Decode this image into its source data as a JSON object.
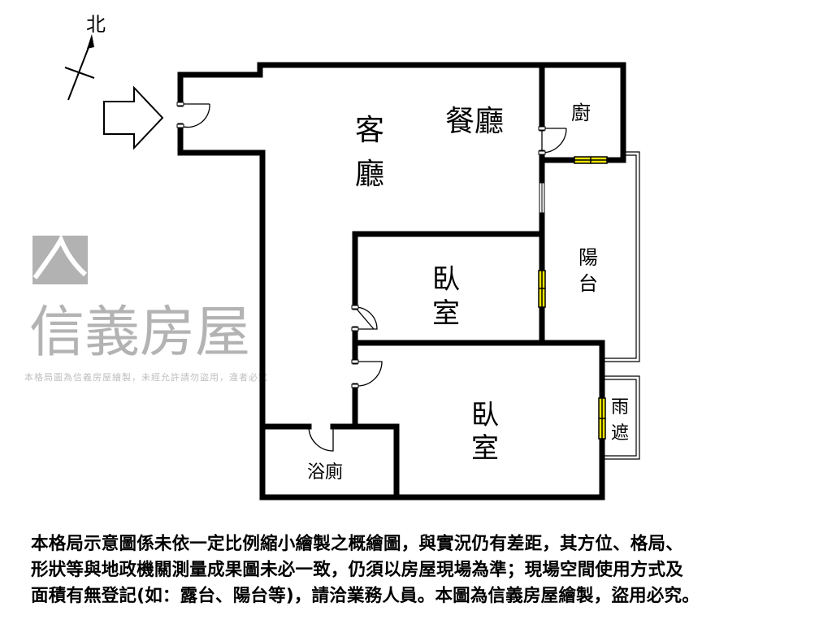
{
  "compass": {
    "label": "北"
  },
  "rooms": {
    "living": [
      "客",
      "廳"
    ],
    "dining": "餐廳",
    "kitchen": "廚",
    "balcony": [
      "陽",
      "台"
    ],
    "bedroom1": [
      "臥",
      "室"
    ],
    "bedroom2": [
      "臥",
      "室"
    ],
    "bathroom": "浴廁",
    "rain_shelter": [
      "雨",
      "遮"
    ]
  },
  "watermark": {
    "brand": "信義房屋",
    "notice": "本格局圖為信義房屋繪製，未經允許請勿盜用，違者必究"
  },
  "colors": {
    "wall": "#000000",
    "window": "#f2e600",
    "watermark": "#9a9a9a"
  },
  "disclaimer": [
    "本格局示意圖係未依一定比例縮小繪製之概繪圖，與實況仍有差距，其方位、格局、",
    "形狀等與地政機關測量成果圖未必一致，仍須以房屋現場為準；現場空間使用方式及",
    "面積有無登記(如：露台、陽台等)，請洽業務人員。本圖為信義房屋繪製，盜用必究。"
  ]
}
